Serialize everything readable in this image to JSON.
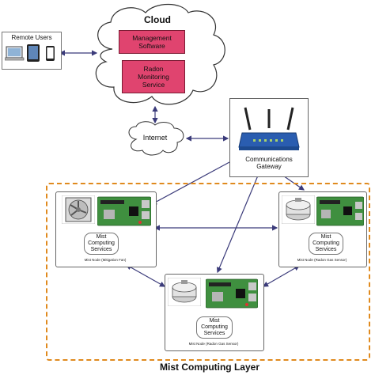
{
  "cloud": {
    "title": "Cloud",
    "items": [
      "Management\nSoftware",
      "Radon\nMonitoring\nService"
    ]
  },
  "remote_users": {
    "label": "Remote Users"
  },
  "internet": {
    "label": "Internet"
  },
  "gateway": {
    "label": "Communications\nGateway"
  },
  "mist_layer": {
    "title": "Mist Computing Layer"
  },
  "nodes": [
    {
      "service": "Mist\nComputing\nServices",
      "caption": "Mist Node (Mitigation Fan)"
    },
    {
      "service": "Mist\nComputing\nServices",
      "caption": "Mist Node (Radon Gas Sensor)"
    },
    {
      "service": "Mist\nComputing\nServices",
      "caption": "Mist Node (Radon Gas Sensor)"
    }
  ],
  "colors": {
    "cloud_item_fill": "#e0446f",
    "arrow": "#3b3b7a",
    "mist_border": "#e08a1e",
    "router": "#2a5db0",
    "board": "#3f8f3f"
  },
  "icons": [
    "laptop-icon",
    "tablet-icon",
    "phone-icon",
    "router-icon",
    "fan-icon",
    "sensor-icon",
    "raspberry-pi-board-icon"
  ]
}
